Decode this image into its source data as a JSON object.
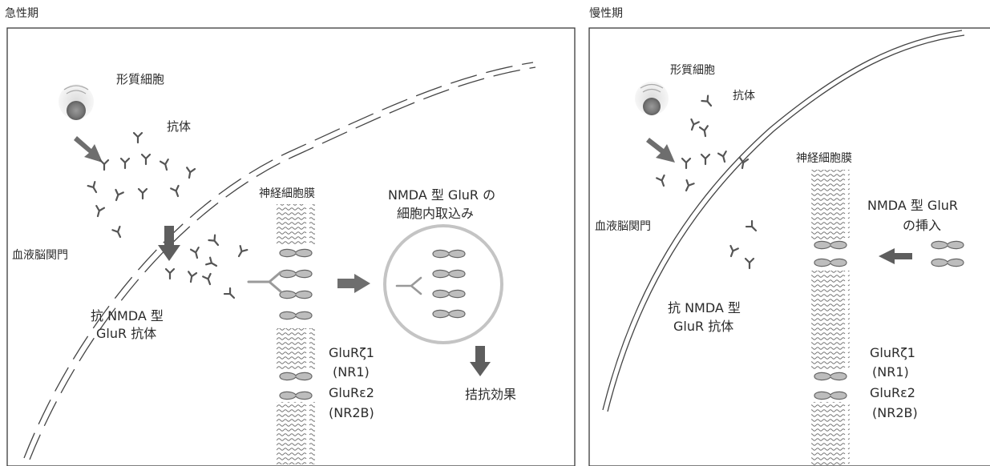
{
  "acute": {
    "title": "急性期",
    "plasma_cell": "形質細胞",
    "antibody": "抗体",
    "bbb": "血液脳関門",
    "anti_ab_line1": "抗 NMDA 型",
    "anti_ab_line2": "GluR 抗体",
    "membrane": "神経細胞膜",
    "intern_line1": "NMDA 型 GluR の",
    "intern_line2": "細胞内取込み",
    "effect": "拮抗効果",
    "glur1_line1": "GluRζ1",
    "glur1_line2": "(NR1)",
    "glur2_line1": "GluRε2",
    "glur2_line2": "(NR2B)"
  },
  "chronic": {
    "title": "慢性期",
    "plasma_cell": "形質細胞",
    "antibody": "抗体",
    "bbb": "血液脳関門",
    "membrane": "神経細胞膜",
    "insert_line1": "NMDA 型 GluR",
    "insert_line2": "の挿入",
    "anti_ab_line1": "抗 NMDA 型",
    "anti_ab_line2": "GluR 抗体",
    "glur1_line1": "GluRζ1",
    "glur1_line2": "(NR1)",
    "glur2_line1": "GluRε2",
    "glur2_line2": "(NR2B)"
  },
  "colors": {
    "ink": "#2b2b2b",
    "receptor_fill": "#b7b7b7",
    "arrow_fill": "#6e6e6e",
    "membrane_pattern": "#7a7a7a",
    "vesicle": "#c4c4c4"
  }
}
